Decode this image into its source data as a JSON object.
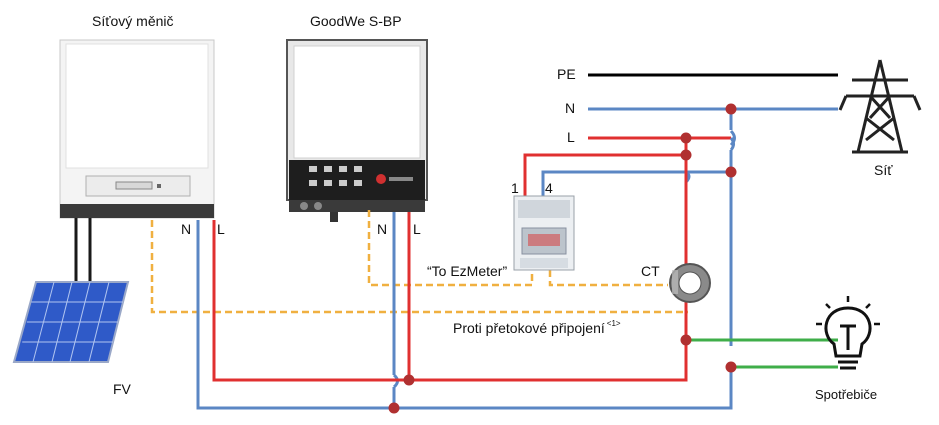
{
  "labels": {
    "inverter1": "Síťový měnič",
    "inverter2": "GoodWe S-BP",
    "pe": "PE",
    "n": "N",
    "l": "L",
    "grid": "Síť",
    "meter_pin1": "1",
    "meter_pin4": "4",
    "inv1_n": "N",
    "inv1_l": "L",
    "inv2_n": "N",
    "inv2_l": "L",
    "to_ezmeter": "“To EzMeter”",
    "ct": "CT",
    "anti_backflow": "Proti přetokové připojení",
    "anti_backflow_note": "<1>",
    "pv": "FV",
    "loads": "Spotřebiče"
  },
  "colors": {
    "pe": "#000000",
    "neutral": "#5b87c4",
    "live": "#e03030",
    "load": "#3fae49",
    "comm": "#f0b040",
    "node": "#b03030"
  }
}
